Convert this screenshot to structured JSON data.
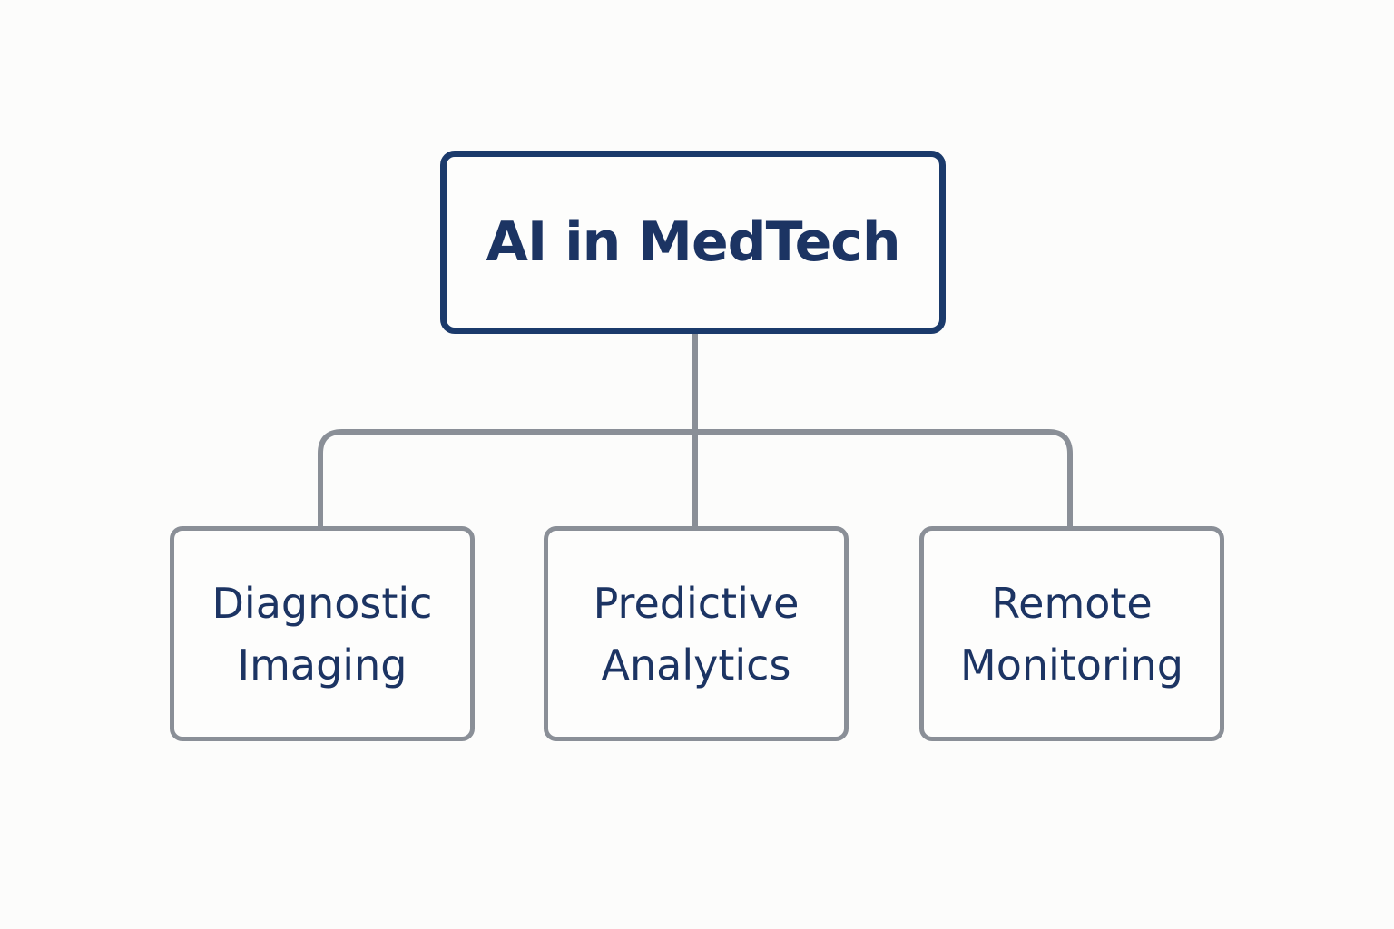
{
  "diagram": {
    "root": {
      "label": "AI in MedTech"
    },
    "children": [
      {
        "line1": "Diagnostic",
        "line2": "Imaging"
      },
      {
        "line1": "Predictive",
        "line2": "Analytics"
      },
      {
        "line1": "Remote",
        "line2": "Monitoring"
      }
    ],
    "colors": {
      "root_border": "#1b3a6b",
      "text": "#1c3463",
      "connector": "#8a8f97",
      "background": "#fcfcfb"
    }
  }
}
